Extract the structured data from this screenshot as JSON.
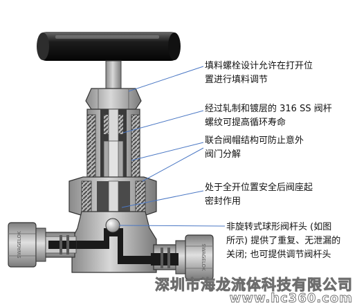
{
  "callouts": [
    {
      "id": "packing-bolt",
      "text": "填料螺栓设计允许在打开位\n置进行填料调节"
    },
    {
      "id": "stem-thread",
      "text": "经过轧制和镀层的 316 SS 阀杆\n螺纹可提高循环寿命"
    },
    {
      "id": "bonnet",
      "text": "联合阀帽结构可防止意外\n阀门分解"
    },
    {
      "id": "backseat",
      "text": "处于全开位置安全后阀座起\n密封作用"
    },
    {
      "id": "ball-tip",
      "text": "非旋转式球形阀杆头 (如图\n所示) 提供了重复、无泄漏的\n关闭; 也可提供调节阀杆头"
    }
  ],
  "fitting_marks": {
    "left": "SWAGELOK",
    "right": "SWAGELOK"
  },
  "watermark": {
    "line1": "深圳市海龙流体科技有限公司",
    "line2": "www.hc360.com"
  }
}
